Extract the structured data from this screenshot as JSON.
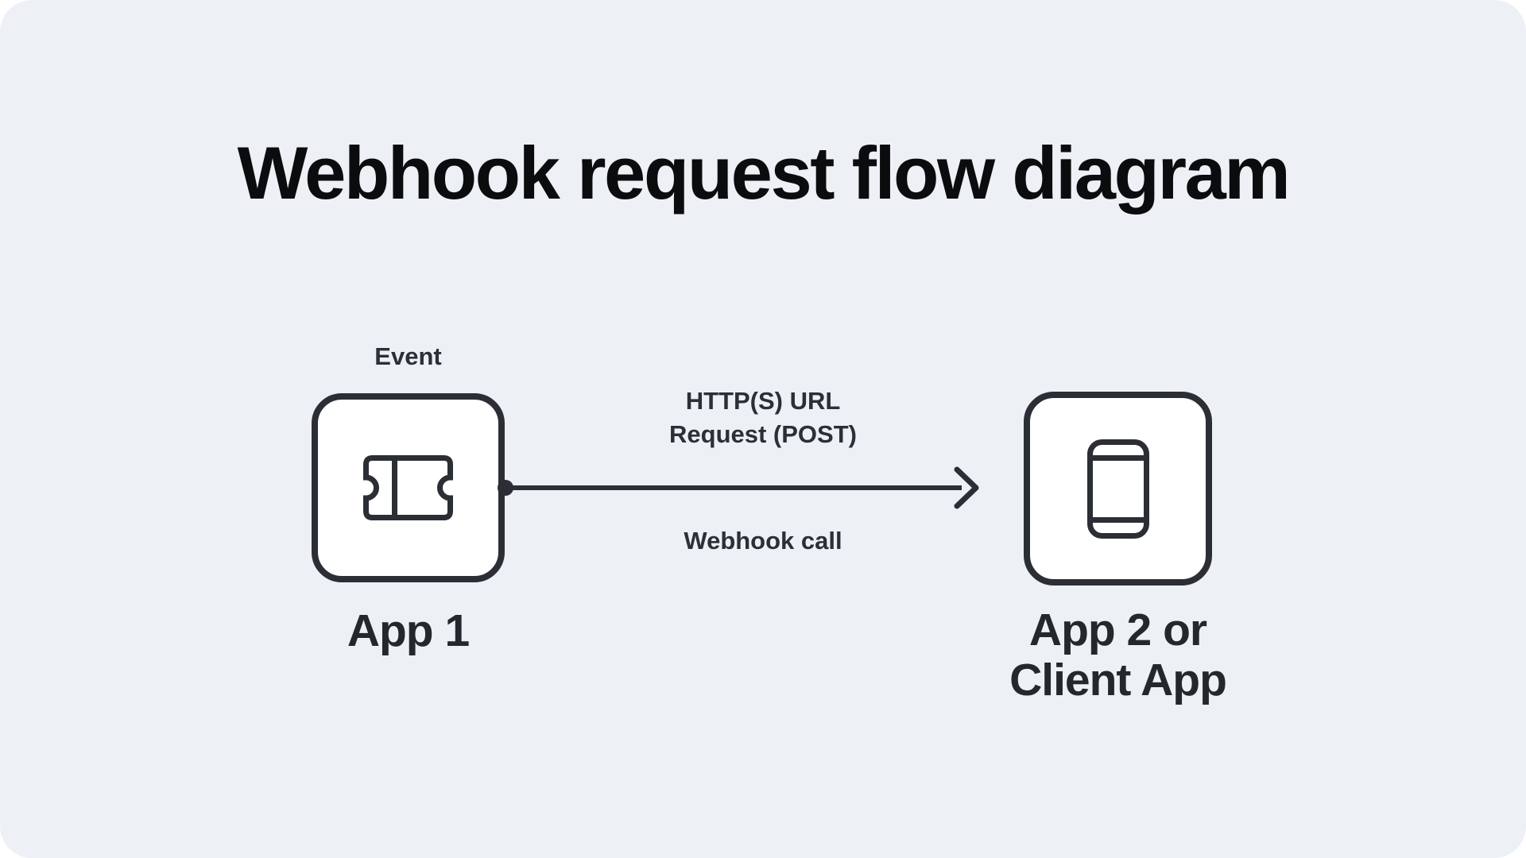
{
  "title": "Webhook request flow diagram",
  "colors": {
    "canvas_background": "#edf1f6",
    "node_surface": "#ffffff",
    "stroke": "#2b2e34",
    "label_text": "#2c3036",
    "title_text": "#0b0c0e"
  },
  "nodes": {
    "app1": {
      "top_label": "Event",
      "name": "App 1",
      "icon": "ticket-icon"
    },
    "app2": {
      "name_line1": "App 2 or",
      "name_line2": "Client App",
      "icon": "smartphone-icon"
    }
  },
  "arrow": {
    "label_above_line1": "HTTP(S) URL",
    "label_above_line2": "Request (POST)",
    "label_below": "Webhook call",
    "direction": "left-to-right"
  }
}
